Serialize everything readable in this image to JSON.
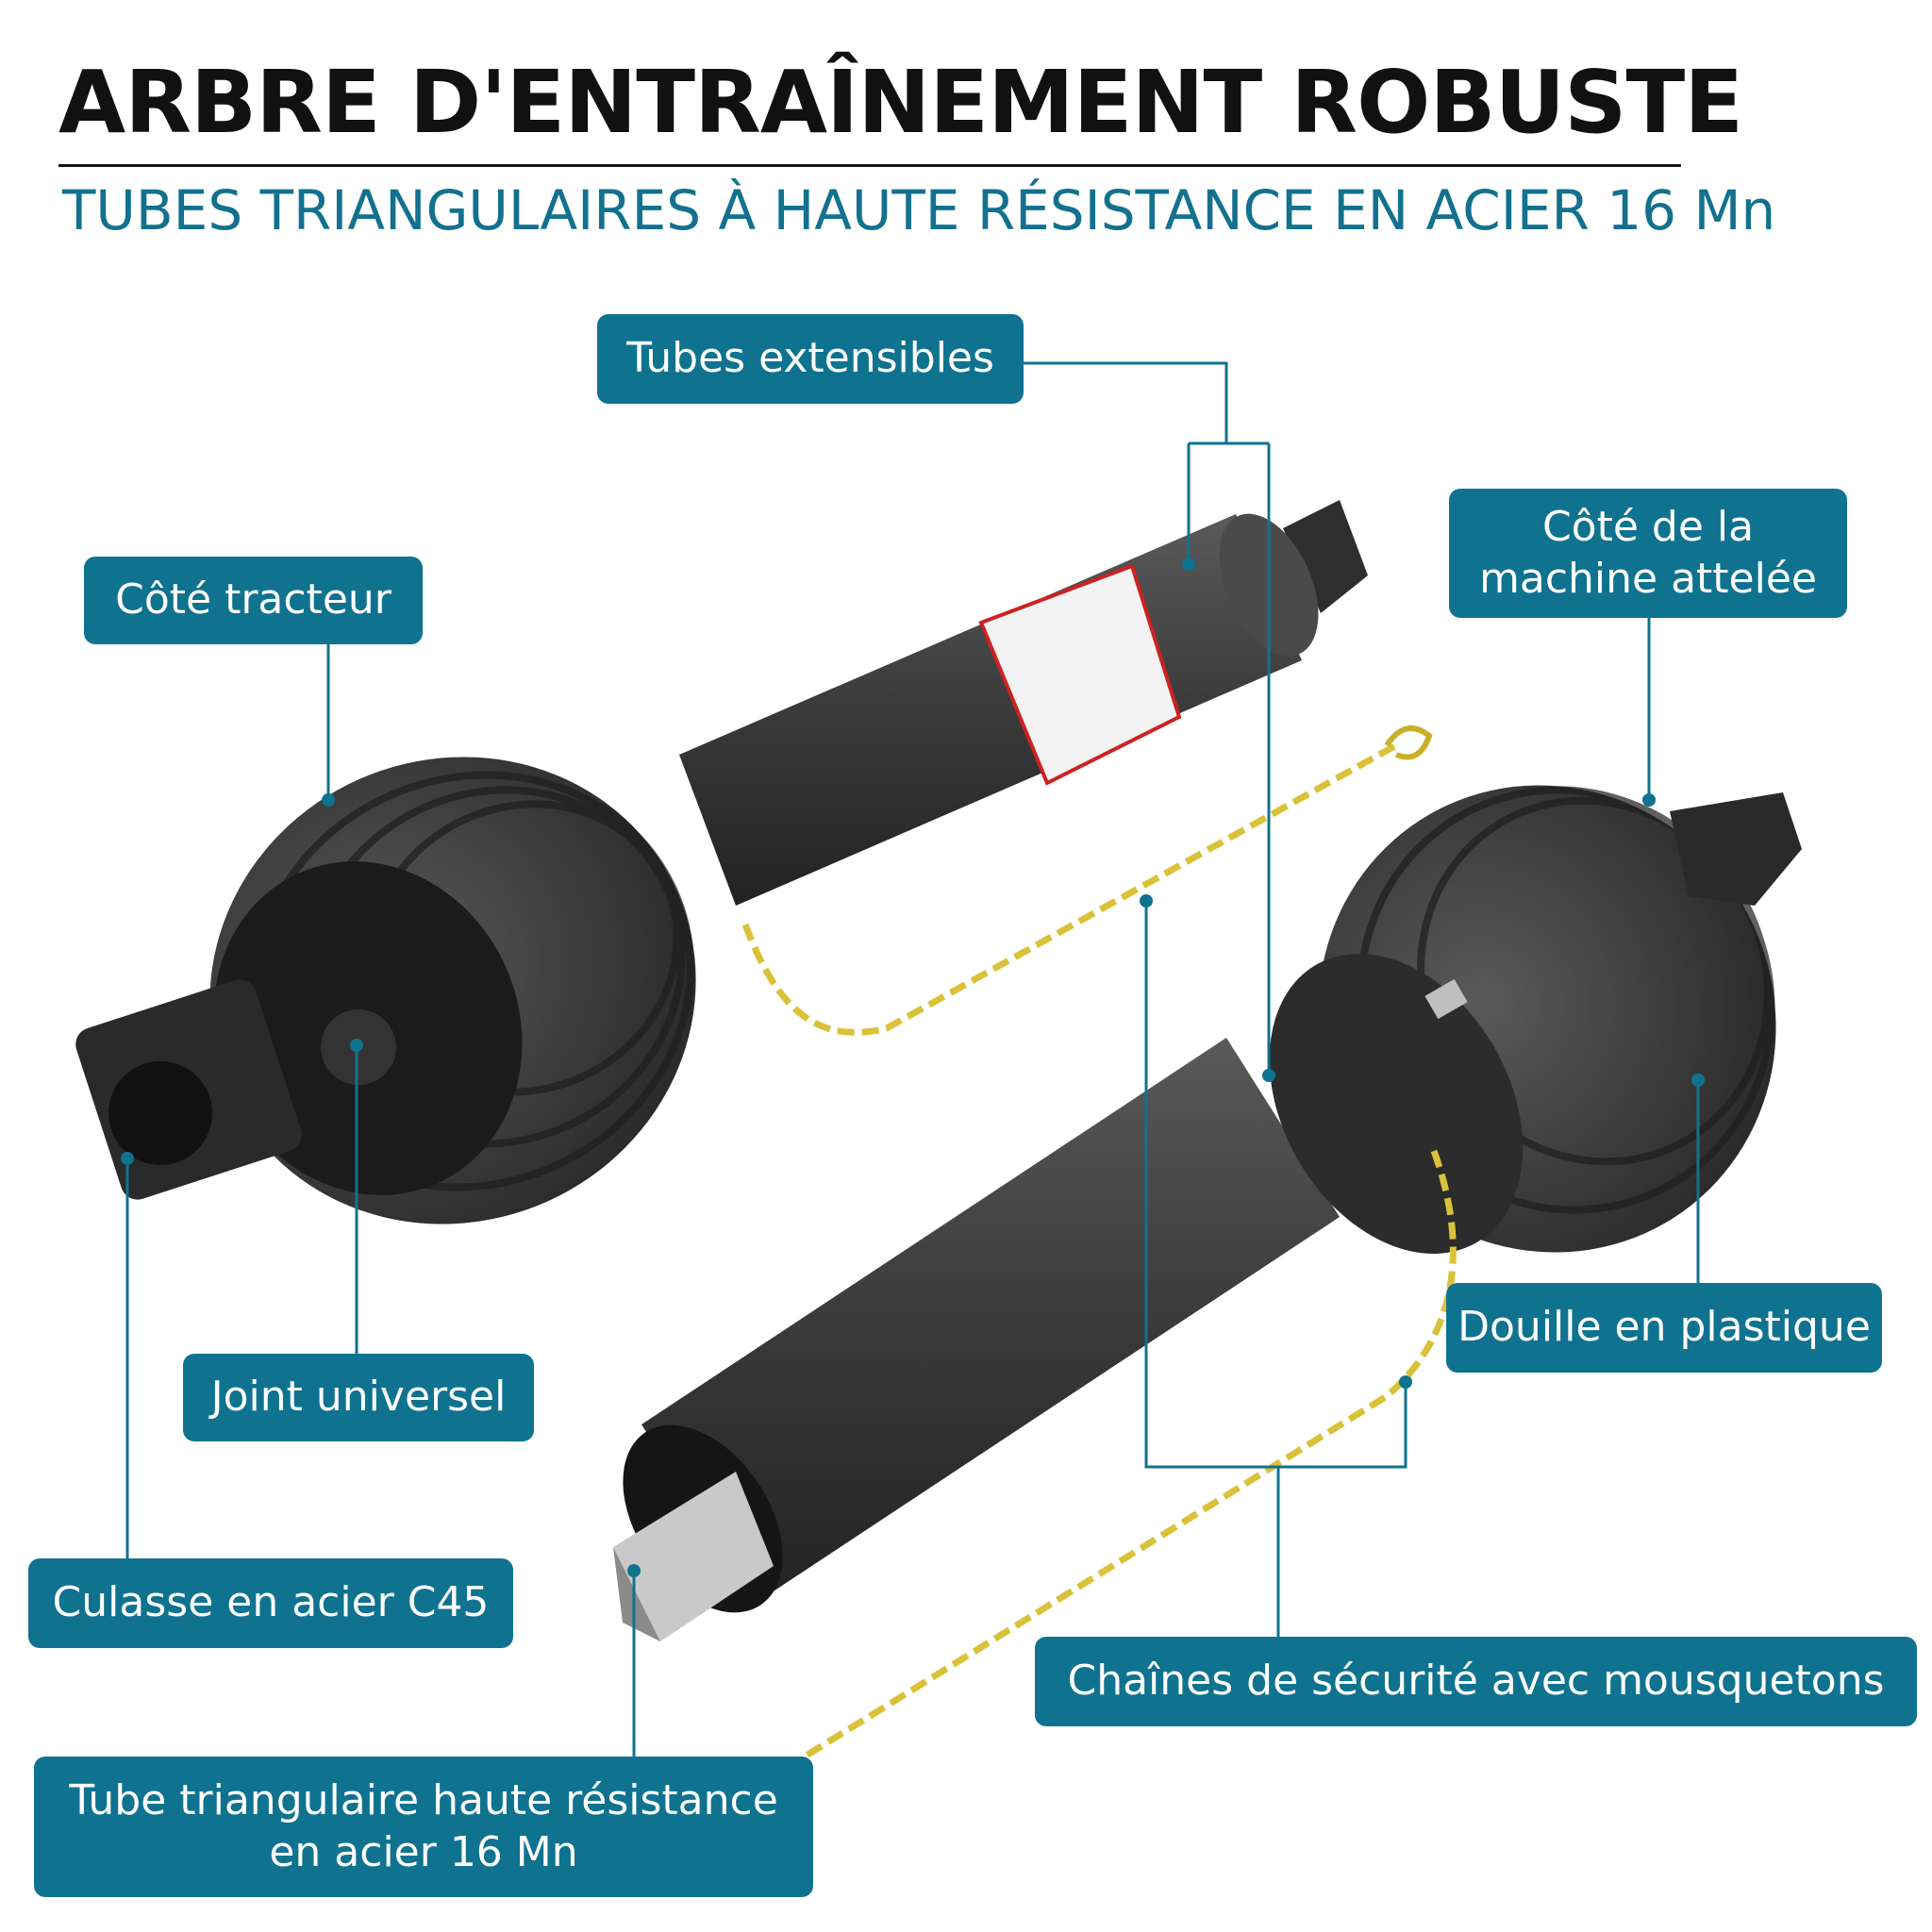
{
  "header": {
    "title": "ARBRE D'ENTRAÎNEMENT ROBUSTE",
    "subtitle": "TUBES TRIANGULAIRES À HAUTE RÉSISTANCE EN ACIER 16 Mn"
  },
  "labels": {
    "tubes_extensibles": "Tubes extensibles",
    "cote_tracteur": "Côté tracteur",
    "cote_machine_line1": "Côté de la",
    "cote_machine_line2": "machine attelée",
    "joint_universel": "Joint universel",
    "douille_plastique": "Douille en plastique",
    "culasse": "Culasse en acier C45",
    "chaines": "Chaînes de sécurité avec mousquetons",
    "tube_triangulaire_line1": "Tube triangulaire haute résistance",
    "tube_triangulaire_line2": "en acier 16 Mn"
  },
  "colors": {
    "accent": "#0f7390",
    "title": "#111111",
    "shaft": "#3a3a3a",
    "chain": "#d9c23a"
  }
}
